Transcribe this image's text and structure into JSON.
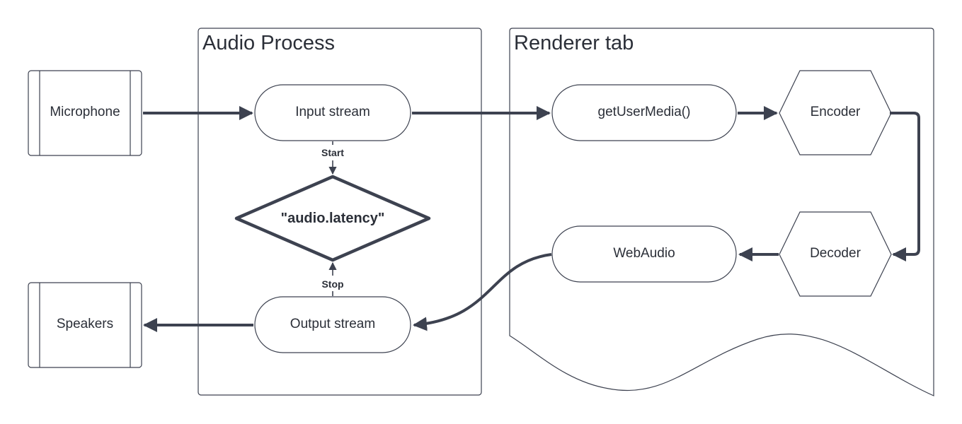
{
  "containers": {
    "audio_process": {
      "title": "Audio Process"
    },
    "renderer_tab": {
      "title": "Renderer tab"
    }
  },
  "devices": {
    "microphone": "Microphone",
    "speakers": "Speakers"
  },
  "nodes": {
    "input_stream": "Input stream",
    "output_stream": "Output stream",
    "get_user_media": "getUserMedia()",
    "web_audio": "WebAudio",
    "encoder": "Encoder",
    "decoder": "Decoder"
  },
  "decision": {
    "label": "\"audio.latency\""
  },
  "edge_labels": {
    "start": "Start",
    "stop": "Stop"
  },
  "colors": {
    "stroke": "#3d4250",
    "text": "#2b2f38",
    "background": "#ffffff"
  }
}
